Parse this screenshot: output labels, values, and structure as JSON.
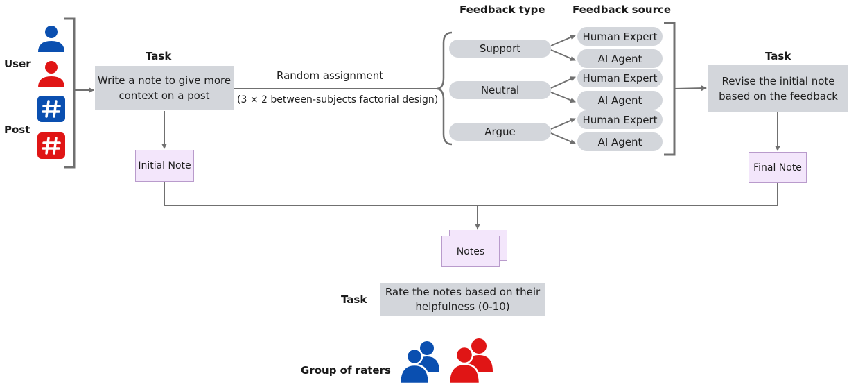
{
  "left": {
    "user_label": "User",
    "post_label": "Post",
    "icons": [
      "user-icon-blue",
      "user-icon-red",
      "hashtag-icon-blue",
      "hashtag-icon-red"
    ]
  },
  "task1": {
    "label": "Task",
    "text_line1": "Write a note to give more",
    "text_line2": "context on a post"
  },
  "initial_note": "Initial Note",
  "assignment": {
    "label": "Random assignment",
    "design": "(3 × 2 between-subjects factorial design)"
  },
  "headers": {
    "feedback_type": "Feedback type",
    "feedback_source": "Feedback source"
  },
  "feedback_types": [
    "Support",
    "Neutral",
    "Argue"
  ],
  "feedback_sources": [
    "Human Expert",
    "AI Agent",
    "Human Expert",
    "AI Agent",
    "Human Expert",
    "AI Agent"
  ],
  "task2": {
    "label": "Task",
    "text_line1": "Revise the initial note",
    "text_line2": "based on the feedback"
  },
  "final_note": "Final Note",
  "notes": "Notes",
  "task3": {
    "label": "Task",
    "text_line1": "Rate the notes based on their",
    "text_line2": "helpfulness (0-10)"
  },
  "raters": {
    "label": "Group of raters",
    "icons": [
      "people-icon-blue",
      "people-icon-red"
    ]
  },
  "colors": {
    "blue": "#0a4fb0",
    "red": "#e01515",
    "box_gray": "#d3d6db",
    "note_purple": "#f3e6fb",
    "line": "#707070"
  }
}
